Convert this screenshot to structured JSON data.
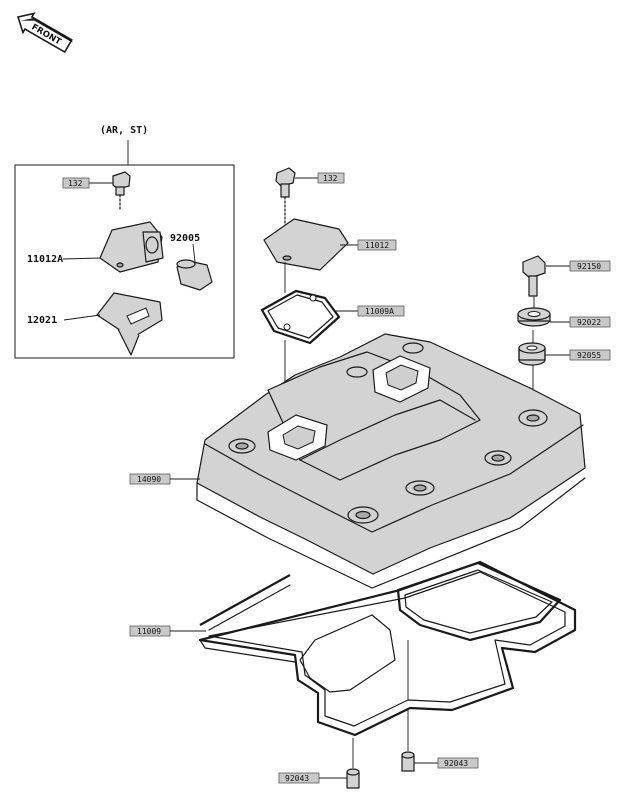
{
  "diagram": {
    "front_label": "FRONT",
    "inset_title": "(AR, ST)",
    "callouts": {
      "c_132_inset": "132",
      "c_11012A": "11012A",
      "c_92005": "92005",
      "c_12021": "12021",
      "c_132": "132",
      "c_11012": "11012",
      "c_11009A": "11009A",
      "c_92150": "92150",
      "c_92022": "92022",
      "c_92055": "92055",
      "c_14090": "14090",
      "c_11009": "11009",
      "c_92043_left": "92043",
      "c_92043_right": "92043"
    }
  }
}
